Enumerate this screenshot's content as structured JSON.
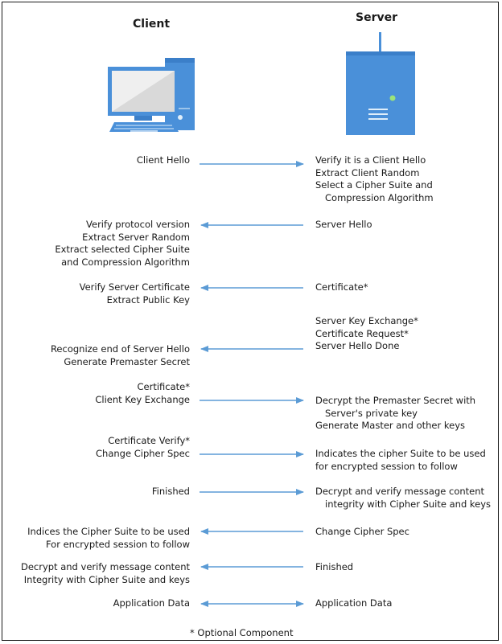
{
  "title_client": "Client",
  "title_server": "Server",
  "colors": {
    "arrow": "#5b9bd5",
    "device": "#4a90d9",
    "device_dark": "#2f6fb8"
  },
  "steps": [
    {
      "left": [
        "Client Hello"
      ],
      "right": [
        "Verify it is a Client Hello",
        "Extract Client Random",
        "Select a Cipher Suite and",
        "  Compression Algorithm"
      ],
      "direction": "to-server"
    },
    {
      "left": [
        "Verify protocol version",
        "Extract Server Random",
        "Extract selected Cipher Suite",
        "and Compression Algorithm"
      ],
      "right": [
        "Server Hello"
      ],
      "direction": "to-client"
    },
    {
      "left": [
        "Verify Server Certificate",
        "Extract Public Key"
      ],
      "right": [
        "Certificate*"
      ],
      "direction": "to-client"
    },
    {
      "left": [
        "Recognize end of Server Hello",
        "Generate Premaster Secret"
      ],
      "right": [
        "Server Key Exchange*",
        "Certificate Request*",
        "Server Hello Done"
      ],
      "direction": "to-client"
    },
    {
      "left": [
        "Certificate*",
        "Client Key Exchange"
      ],
      "right": [
        "Decrypt the Premaster Secret with",
        "  Server's private key",
        "Generate Master and other keys"
      ],
      "direction": "to-server"
    },
    {
      "left": [
        "Certificate Verify*",
        "Change Cipher Spec"
      ],
      "right": [
        "Indicates the cipher Suite to be used",
        "for encrypted session to follow"
      ],
      "direction": "to-server"
    },
    {
      "left": [
        "Finished"
      ],
      "right": [
        "Decrypt and verify message content",
        "  integrity with Cipher Suite and keys"
      ],
      "direction": "to-server"
    },
    {
      "left": [
        "Indices the Cipher Suite to be used",
        "For encrypted session to follow"
      ],
      "right": [
        "Change Cipher Spec"
      ],
      "direction": "to-client"
    },
    {
      "left": [
        "Decrypt and verify message content",
        "Integrity with Cipher Suite and keys"
      ],
      "right": [
        "Finished"
      ],
      "direction": "to-client"
    },
    {
      "left": [
        "Application Data"
      ],
      "right": [
        "Application Data"
      ],
      "direction": "both"
    }
  ],
  "footnote": "* Optional Component"
}
